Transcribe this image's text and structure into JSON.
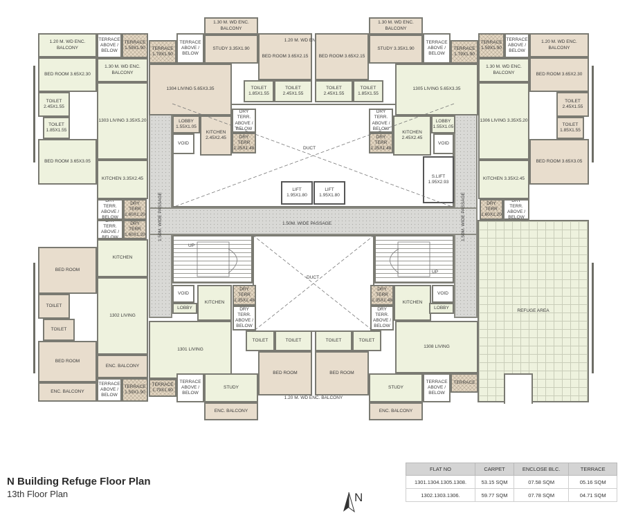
{
  "rooms": {
    "balcony_1303_top": "1.20 M. WD ENC. BALCONY",
    "terrace_above_below": "TERRACE ABOVE / BELOW",
    "terrace_159": "TERRACE 1.59X1.90",
    "terrace_179": "TERRACE 1.79X1.90",
    "bedroom_1303_a": "BED ROOM 3.65X2.30",
    "balcony_130_1303": "1.30 M. WD ENC. BALCONY",
    "toilet_245": "TOILET 2.45X1.55",
    "toilet_185": "TOILET 1.85X1.55",
    "living_1303": "1303 LIVING 3.35X5.20",
    "bedroom_1303_b": "BED ROOM 3.65X3.05",
    "kitchen_1303": "KITCHEN 3.35X2.45",
    "dry_terr_above_below": "DRY TERR. ABOVE / BELOW",
    "dry_terr_160": "DRY TERR 1.60X1.20",
    "study_top": "1.30 M. WD ENC. BALCONY",
    "study_335": "STUDY 3.35X1.90",
    "living_1304": "1304 LIVING 5.65X3.35",
    "bedroom_215": "BED ROOM 3.65X2.15",
    "balcony_120_top": "1.20 M. WD ENC. BALCONY",
    "toilet_185b": "TOILET 1.85X1.55",
    "toilet_245b": "TOILET 2.45X1.55",
    "lobby_155": "LOBBY 1.55X1.05",
    "dry_terr_above": "DRY TERR. ABOVE / BELOW",
    "kitchen_245": "KITCHEN 2.45X2.45",
    "dry_terr_135": "DRY TERR 1.35X1.48",
    "void": "VOID",
    "duct": "DUCT",
    "lift": "LIFT 1.95X1.80",
    "s_lift": "S.LIFT 1.95X2.93",
    "living_1305": "1305 LIVING 5.65X3.35",
    "living_1306": "1306 LIVING 3.35X5.20",
    "bedroom_1306_a": "BED ROOM 3.65X2.30",
    "bedroom_1306_b": "BED ROOM 3.65X3.05",
    "kitchen_1306": "KITCHEN 3.35X2.45",
    "passage_h": "1.50M. WIDE PASSAGE",
    "passage_v": "1.50M. WIDE PASSAGE",
    "up": "UP",
    "bedroom": "BED ROOM",
    "kitchen": "KITCHEN",
    "toilet": "TOILET",
    "living_1302": "1302 LIVING",
    "enc_balcony": "ENC. BALCONY",
    "lobby": "LOBBY",
    "living_1301": "1301 LIVING",
    "study": "STUDY",
    "living_1308": "1308 LIVING",
    "refuge_area": "REFUGE AREA",
    "terrace": "TERRACE",
    "balcony_120_bottom": "1.20 M. WD ENC. BALCONY"
  },
  "title": "N Building Refuge Floor Plan",
  "subtitle": "13th Floor Plan",
  "north": "N",
  "table": {
    "headers": [
      "FLAT NO",
      "CARPET",
      "ENCLOSE BLC.",
      "TERRACE"
    ],
    "rows": [
      [
        "1301.1304.1305.1308.",
        "53.15 SQM",
        "07.58 SQM",
        "05.16 SQM"
      ],
      [
        "1302.1303.1306.",
        "59.77 SQM",
        "07.78 SQM",
        "04.71 SQM"
      ]
    ]
  }
}
